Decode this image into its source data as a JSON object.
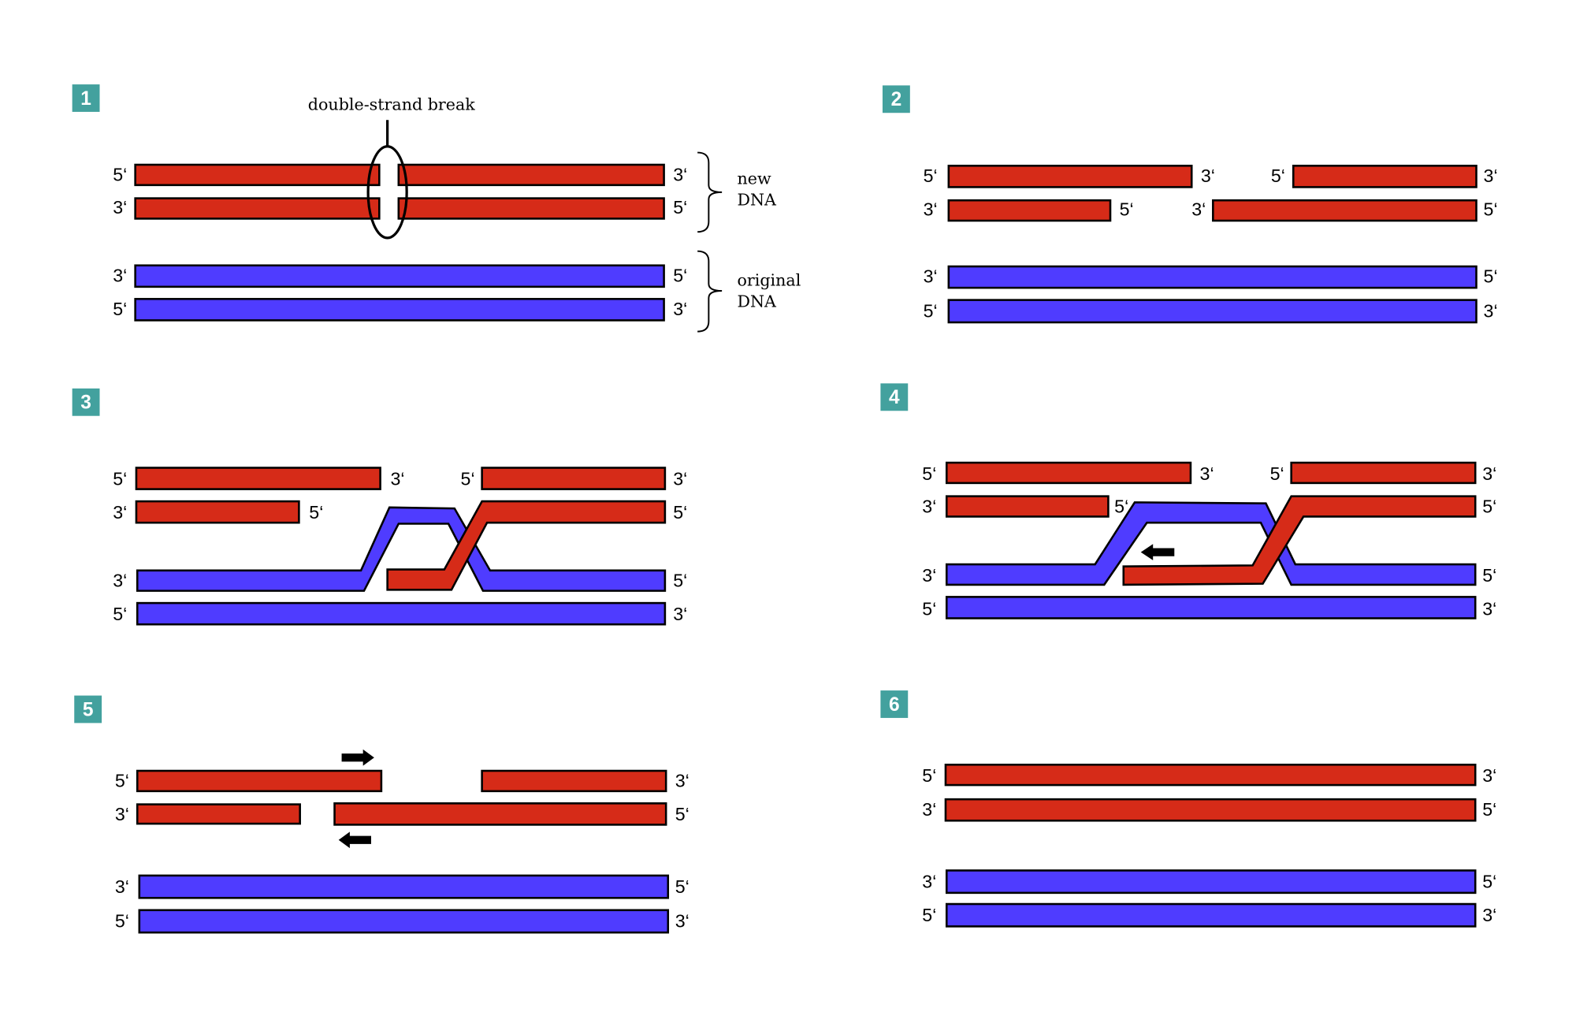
{
  "colors": {
    "new_dna": "#d62b18",
    "original_dna": "#4f3cff",
    "badge": "#43a19e"
  },
  "panels": [
    {
      "number": "1",
      "annotation": "double-strand break",
      "brace_new": [
        "new",
        "DNA"
      ],
      "brace_original": [
        "original",
        "DNA"
      ],
      "labels": [
        "5‘",
        "3‘",
        "3‘",
        "5‘",
        "3‘",
        "5‘",
        "5‘",
        "3‘"
      ]
    },
    {
      "number": "2",
      "labels": [
        "5‘",
        "3‘",
        "5‘",
        "3‘",
        "3‘",
        "5‘",
        "3‘",
        "5‘",
        "3‘",
        "5‘",
        "5‘",
        "3‘"
      ]
    },
    {
      "number": "3",
      "labels": [
        "5‘",
        "3‘",
        "5‘",
        "3‘",
        "3‘",
        "5‘",
        "5‘",
        "3‘",
        "5‘",
        "5‘",
        "3‘"
      ]
    },
    {
      "number": "4",
      "labels": [
        "5‘",
        "3‘",
        "5‘",
        "3‘",
        "3‘",
        "5‘",
        "5‘",
        "3‘",
        "5‘",
        "5‘",
        "3‘"
      ]
    },
    {
      "number": "5",
      "labels": [
        "5‘",
        "3‘",
        "3‘",
        "5‘",
        "3‘",
        "5‘",
        "5‘",
        "3‘"
      ]
    },
    {
      "number": "6",
      "labels": [
        "5‘",
        "3‘",
        "3‘",
        "5‘",
        "3‘",
        "5‘",
        "5‘",
        "3‘"
      ]
    }
  ]
}
